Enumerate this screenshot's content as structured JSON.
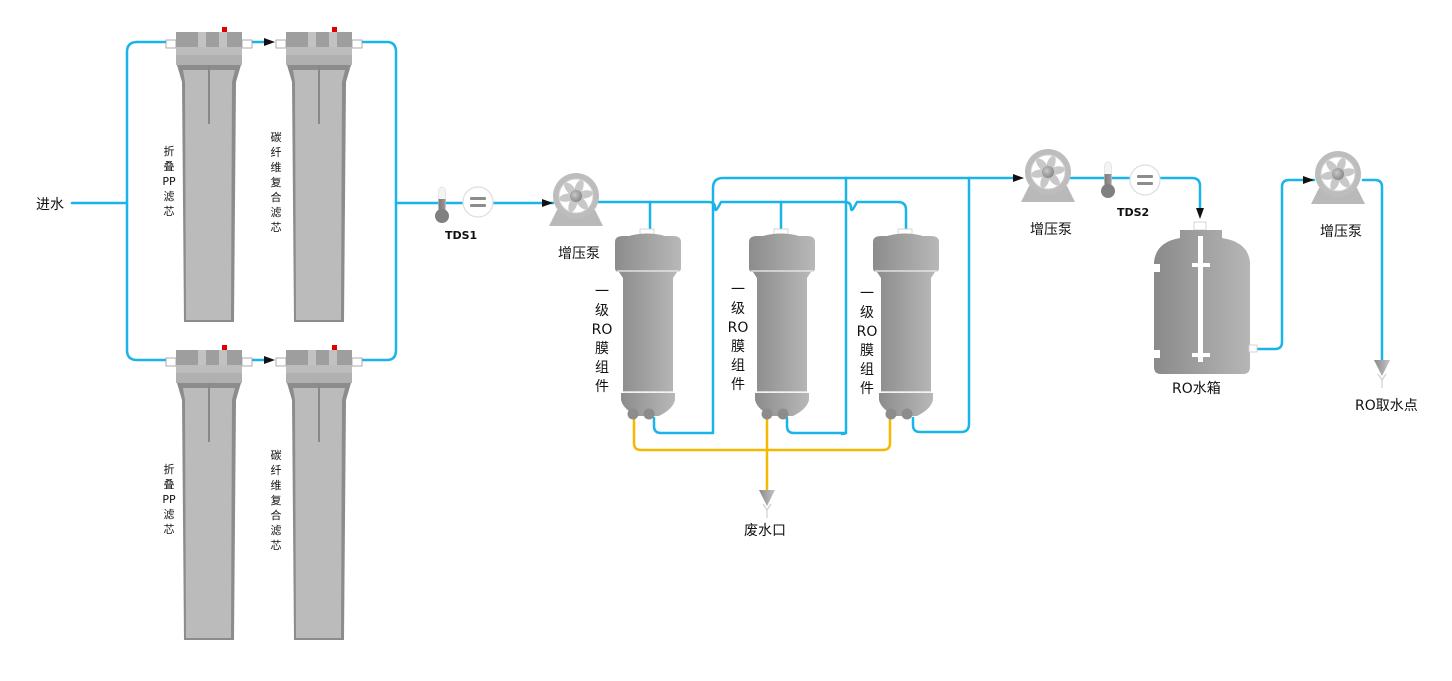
{
  "title": "RO water treatment process diagram",
  "colors": {
    "water_pipe": "#1ab4ea",
    "drain_pipe": "#f5b800",
    "equipment": "#b4b4b4",
    "indicator": "#e00000"
  },
  "labels": {
    "inlet": "进水",
    "filter_pp": [
      "折",
      "叠",
      "PP",
      "滤",
      "芯"
    ],
    "filter_carbon": [
      "碳",
      "纤",
      "维",
      "复",
      "合",
      "滤",
      "芯"
    ],
    "tds1": "TDS1",
    "tds2": "TDS2",
    "pump": "增压泵",
    "ro_module": [
      "一",
      "级",
      "RO",
      "膜",
      "组",
      "件"
    ],
    "waste_outlet": "废水口",
    "ro_tank": "RO水箱",
    "ro_outlet": "RO取水点"
  },
  "components": {
    "filter_rows": [
      {
        "stage1": "pp-filter",
        "stage2": "carbon-filter"
      },
      {
        "stage1": "pp-filter",
        "stage2": "carbon-filter"
      }
    ],
    "ro_modules": [
      "ro-module-1",
      "ro-module-2",
      "ro-module-3"
    ],
    "pumps": [
      "pump-1",
      "pump-2",
      "pump-3"
    ],
    "tds_sensors": [
      "TDS1",
      "TDS2"
    ]
  }
}
